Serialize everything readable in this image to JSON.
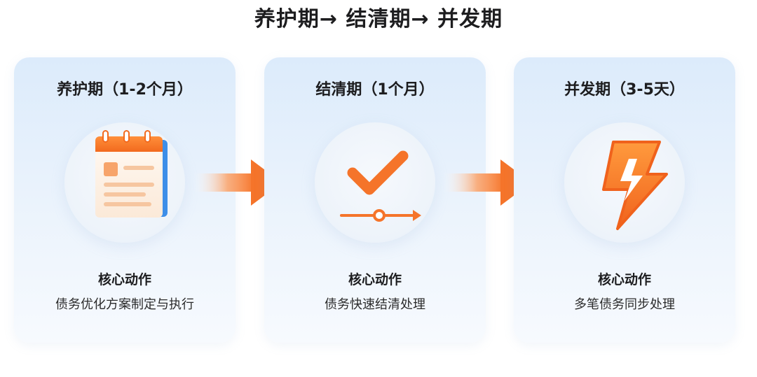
{
  "header": {
    "title": "养护期→ 结清期→ 并发期"
  },
  "stages": [
    {
      "title": "养护期（1-2个月）",
      "icon": "calendar-icon",
      "action_title": "核心动作",
      "action_desc": "债务优化方案制定与执行"
    },
    {
      "title": "结清期（1个月）",
      "icon": "checkmark-timeline-icon",
      "action_title": "核心动作",
      "action_desc": "债务快速结清处理"
    },
    {
      "title": "并发期（3-5天）",
      "icon": "lightning-icon",
      "action_title": "核心动作",
      "action_desc": "多笔债务同步处理"
    }
  ],
  "colors": {
    "accent": "#f5742a",
    "accent_light": "#ff9a45",
    "blue": "#3d8ee8",
    "card_bg": "#e3eefb"
  }
}
